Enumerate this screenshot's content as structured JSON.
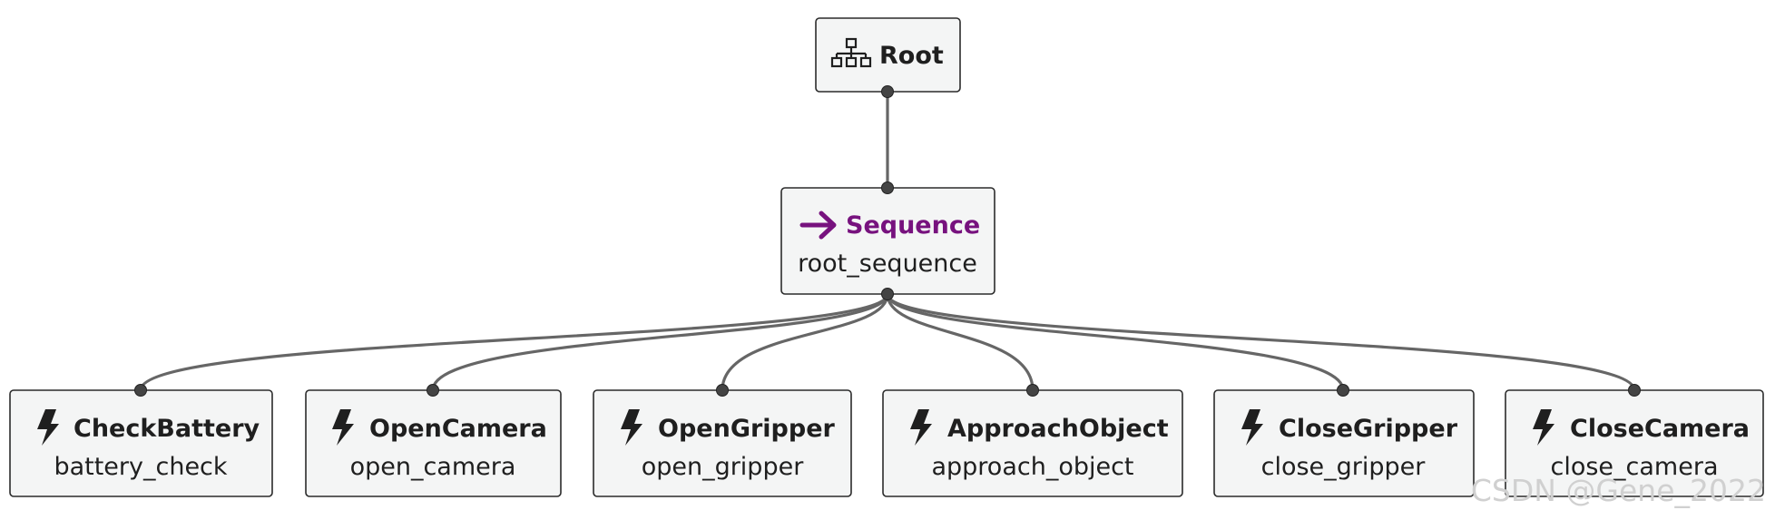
{
  "diagram": {
    "root": {
      "label": "Root",
      "icon": "hierarchy-icon"
    },
    "sequence": {
      "type_label": "Sequence",
      "name": "root_sequence",
      "icon": "arrow-right-icon",
      "accent_color": "#77127e"
    },
    "actions": [
      {
        "type_label": "CheckBattery",
        "name": "battery_check",
        "icon": "lightning-icon"
      },
      {
        "type_label": "OpenCamera",
        "name": "open_camera",
        "icon": "lightning-icon"
      },
      {
        "type_label": "OpenGripper",
        "name": "open_gripper",
        "icon": "lightning-icon"
      },
      {
        "type_label": "ApproachObject",
        "name": "approach_object",
        "icon": "lightning-icon"
      },
      {
        "type_label": "CloseGripper",
        "name": "close_gripper",
        "icon": "lightning-icon"
      },
      {
        "type_label": "CloseCamera",
        "name": "close_camera",
        "icon": "lightning-icon"
      }
    ]
  },
  "watermark": {
    "text": "CSDN @Gene_2022"
  }
}
